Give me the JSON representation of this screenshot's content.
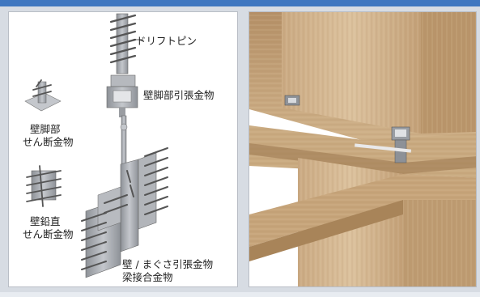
{
  "labels": {
    "drift_pin": "ドリフトピン",
    "wall_base_tension": "壁脚部引張金物",
    "wall_base_shear_line1": "壁脚部",
    "wall_base_shear_line2": "せん断金物",
    "wall_vertical_shear_line1": "壁鉛直",
    "wall_vertical_shear_line2": "せん断金物",
    "wall_beam_line1": "壁 / まぐさ引張金物",
    "wall_beam_line2": "梁接合金物"
  },
  "colors": {
    "top_bar": "#3f77c0",
    "metal": "#a9acb2",
    "metal_dark": "#6f7379",
    "wood_light": "#d9bf9a",
    "wood_mid": "#c7a57a",
    "wood_dark": "#a98259"
  }
}
